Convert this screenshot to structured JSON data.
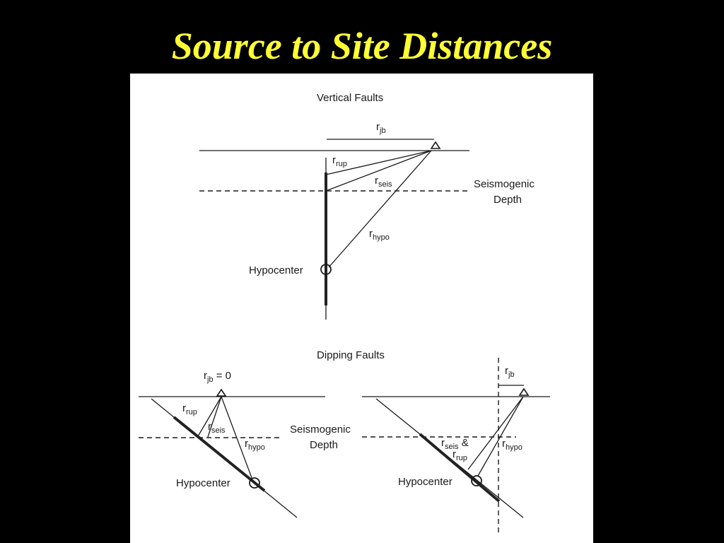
{
  "slide": {
    "title": "Source to Site Distances",
    "title_color": "#ffff33",
    "background": "#000000",
    "panel_background": "#ffffff"
  },
  "figure": {
    "vertical": {
      "heading": "Vertical Faults",
      "r_jb": {
        "base": "r",
        "sub": "jb"
      },
      "r_rup": {
        "base": "r",
        "sub": "rup"
      },
      "r_seis": {
        "base": "r",
        "sub": "seis"
      },
      "r_hypo": {
        "base": "r",
        "sub": "hypo"
      },
      "seismogenic_line1": "Seismogenic",
      "seismogenic_line2": "Depth",
      "hypocenter": "Hypocenter"
    },
    "dipping": {
      "heading": "Dipping Faults",
      "left": {
        "r_jb": {
          "base": "r",
          "sub": "jb",
          "suffix": " = 0"
        },
        "r_rup": {
          "base": "r",
          "sub": "rup"
        },
        "r_seis": {
          "base": "r",
          "sub": "seis"
        },
        "r_hypo": {
          "base": "r",
          "sub": "hypo"
        },
        "hypocenter": "Hypocenter"
      },
      "seismogenic_line1": "Seismogenic",
      "seismogenic_line2": "Depth",
      "right": {
        "r_jb": {
          "base": "r",
          "sub": "jb"
        },
        "r_seis": {
          "base": "r",
          "sub": "seis",
          "suffix": " &"
        },
        "r_rup": {
          "base": "r",
          "sub": "rup"
        },
        "r_hypo": {
          "base": "r",
          "sub": "hypo"
        },
        "hypocenter": "Hypocenter"
      }
    }
  }
}
